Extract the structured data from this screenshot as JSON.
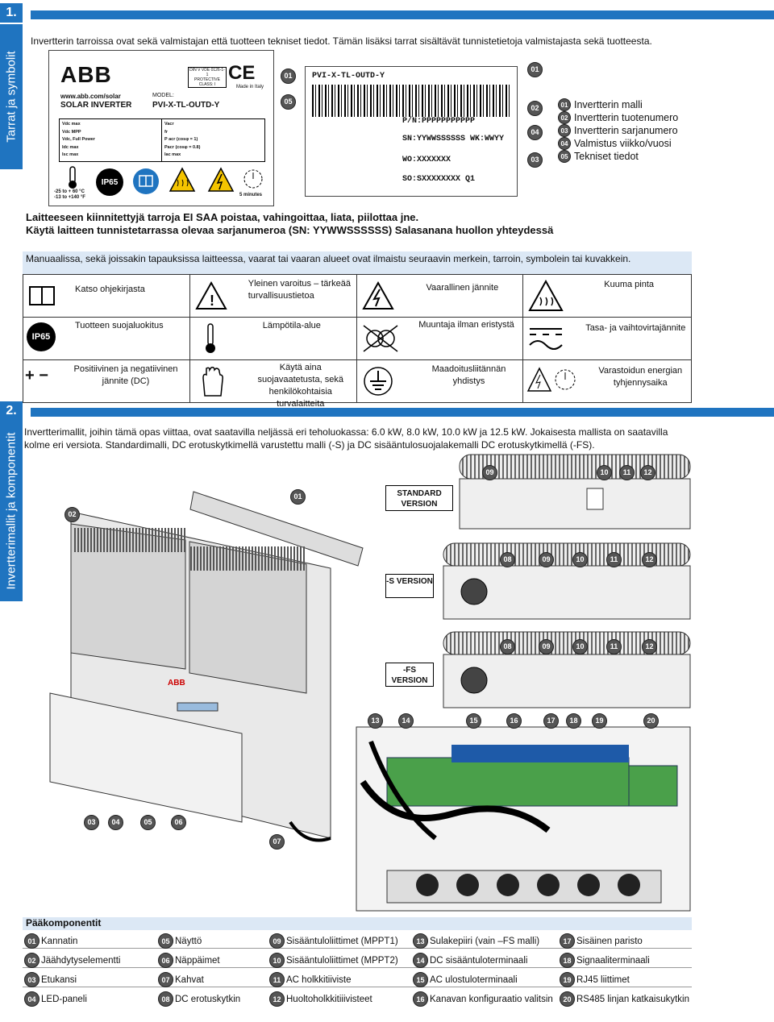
{
  "sections": [
    {
      "number": "1.",
      "title": "Tarrat ja symbolit"
    },
    {
      "number": "2.",
      "title": "Invertterimallit ja komponentit"
    }
  ],
  "labels_intro": "Invertterin tarroissa ovat sekä valmistajan että tuotteen tekniset tiedot. Tämän lisäksi tarrat sisältävät tunnistetietoja valmistajasta sekä tuotteesta.",
  "rating_label": {
    "brand": "ABB",
    "website": "www.abb.com/solar",
    "product": "SOLAR INVERTER",
    "model_label": "MODEL:",
    "model": "PVI-X-TL-OUTD-Y",
    "cert": "DIN V VDE 0126-1-1",
    "protective_class": "PROTECTIVE CLASS: I",
    "made_in": "Made in Italy",
    "dc_rows": [
      "Vdc max",
      "Vdc MPP",
      "Vdc, Full Power",
      "Idc max",
      "Isc max"
    ],
    "ac_rows": [
      "Vacr",
      "fr",
      "P acr (cosφ = 1)",
      "Pacr (cosφ = 0.8)",
      "Iac max"
    ],
    "ip": "IP65",
    "temp": "-25 to + 60 °C\n-13 to +140 °F",
    "time": "5 minutes"
  },
  "id_label": {
    "model": "PVI-X-TL-OUTD-Y",
    "pn": "P/N:PPPPPPPPPPP",
    "sn": "SN:YYWWSSSSSS WK:WWYY",
    "wo": "WO:XXXXXXX",
    "so": "SO:SXXXXXXXX Q1"
  },
  "callouts_legend": [
    {
      "num": "01",
      "text": "Invertterin malli"
    },
    {
      "num": "02",
      "text": "Invertterin tuotenumero"
    },
    {
      "num": "03",
      "text": "Invertterin sarjanumero"
    },
    {
      "num": "04",
      "text": "Valmistus viikko/vuosi"
    },
    {
      "num": "05",
      "text": "Tekniset tiedot"
    }
  ],
  "warning1": "Laitteeseen kiinnitettyjä tarroja EI SAA poistaa, vahingoittaa, liata, piilottaa jne.",
  "warning2": "Käytä laitteen tunnistetarrassa olevaa sarjanumeroa (SN: YYWWSSSSSS) Salasanana huollon yhteydessä",
  "symbols_intro": "Manuaalissa, sekä joissakin tapauksissa laitteessa, vaarat tai vaaran alueet ovat ilmaistu seuraavin merkein, tarroin, symbolein tai kuvakkein.",
  "symbols": [
    [
      "Katso ohjekirjasta",
      "Yleinen varoitus – tärkeää turvallisuustietoa",
      "Vaarallinen jännite",
      "Kuuma pinta"
    ],
    [
      "Tuotteen suojaluokitus",
      "Lämpötila-alue",
      "Muuntaja ilman eristystä",
      "Tasa- ja vaihtovirtajännite"
    ],
    [
      "Positiivinen ja negatiivinen jännite (DC)",
      "Käytä aina suojavaatetusta, sekä henkilökohtaisia turvalaitteita",
      "Maadoitusliitännän yhdistys",
      "Varastoidun energian tyhjennysaika"
    ]
  ],
  "models_intro": "Invertterimallit, joihin tämä opas viittaa, ovat saatavilla neljässä eri teholuokassa: 6.0 kW, 8.0 kW, 10.0 kW ja 12.5 kW. Jokaisesta mallista on saatavilla kolme eri versiota. Standardimalli, DC erotuskytkimellä varustettu malli (-S) ja DC sisääntulosuojalakemalli DC erotuskytkimellä (-FS).",
  "versions": [
    "STANDARD VERSION",
    "-S VERSION",
    "-FS VERSION"
  ],
  "components_title": "Pääkomponentit",
  "components": [
    {
      "num": "01",
      "text": "Kannatin"
    },
    {
      "num": "02",
      "text": "Jäähdytyselementti"
    },
    {
      "num": "03",
      "text": "Etukansi"
    },
    {
      "num": "04",
      "text": "LED-paneli"
    },
    {
      "num": "05",
      "text": "Näyttö"
    },
    {
      "num": "06",
      "text": "Näppäimet"
    },
    {
      "num": "07",
      "text": "Kahvat"
    },
    {
      "num": "08",
      "text": "DC erotuskytkin"
    },
    {
      "num": "09",
      "text": "Sisääntuloliittimet (MPPT1)"
    },
    {
      "num": "10",
      "text": "Sisääntuloliittimet (MPPT2)"
    },
    {
      "num": "11",
      "text": "AC holkkitiiviste"
    },
    {
      "num": "12",
      "text": "Huoltoholkkitiiivisteet"
    },
    {
      "num": "13",
      "text": "Sulakepiiri (vain –FS malli)"
    },
    {
      "num": "14",
      "text": "DC sisääntuloterminaali"
    },
    {
      "num": "15",
      "text": "AC ulostuloterminaali"
    },
    {
      "num": "16",
      "text": "Kanavan konfiguraatio valitsin"
    },
    {
      "num": "17",
      "text": "Sisäinen paristo"
    },
    {
      "num": "18",
      "text": "Signaaliterminaali"
    },
    {
      "num": "19",
      "text": "RJ45 liittimet"
    },
    {
      "num": "20",
      "text": "RS485 linjan katkaisukytkin"
    }
  ],
  "diagram_callouts": [
    "01",
    "02",
    "03",
    "04",
    "05",
    "06",
    "07",
    "08",
    "09",
    "10",
    "11",
    "12",
    "13",
    "14",
    "15",
    "16",
    "17",
    "18",
    "19",
    "20"
  ]
}
